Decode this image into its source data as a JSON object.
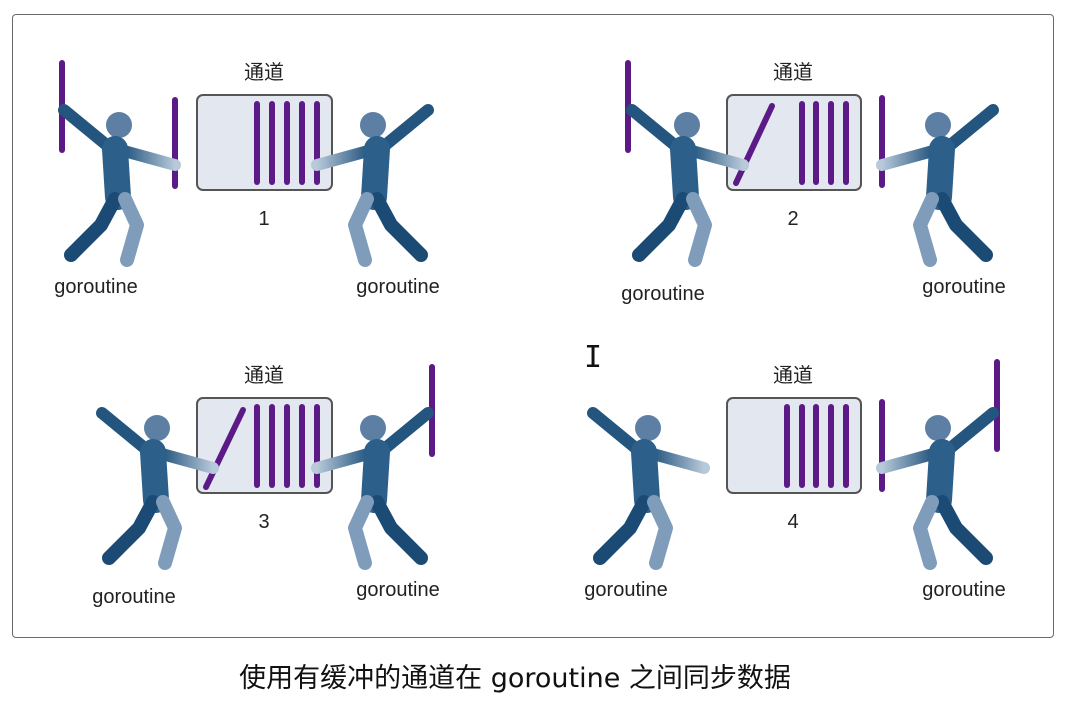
{
  "channel_label": "通道",
  "goroutine_label": "goroutine",
  "panels": [
    {
      "step": "1"
    },
    {
      "step": "2"
    },
    {
      "step": "3"
    },
    {
      "step": "4"
    }
  ],
  "caption": "使用有缓冲的通道在 goroutine 之间同步数据",
  "cursor_glyph": "I",
  "colors": {
    "stick": "#5b1a86",
    "figure": "#1e5078",
    "figure_light": "#9db4cc",
    "channel_fill": "#e3e7ef"
  }
}
